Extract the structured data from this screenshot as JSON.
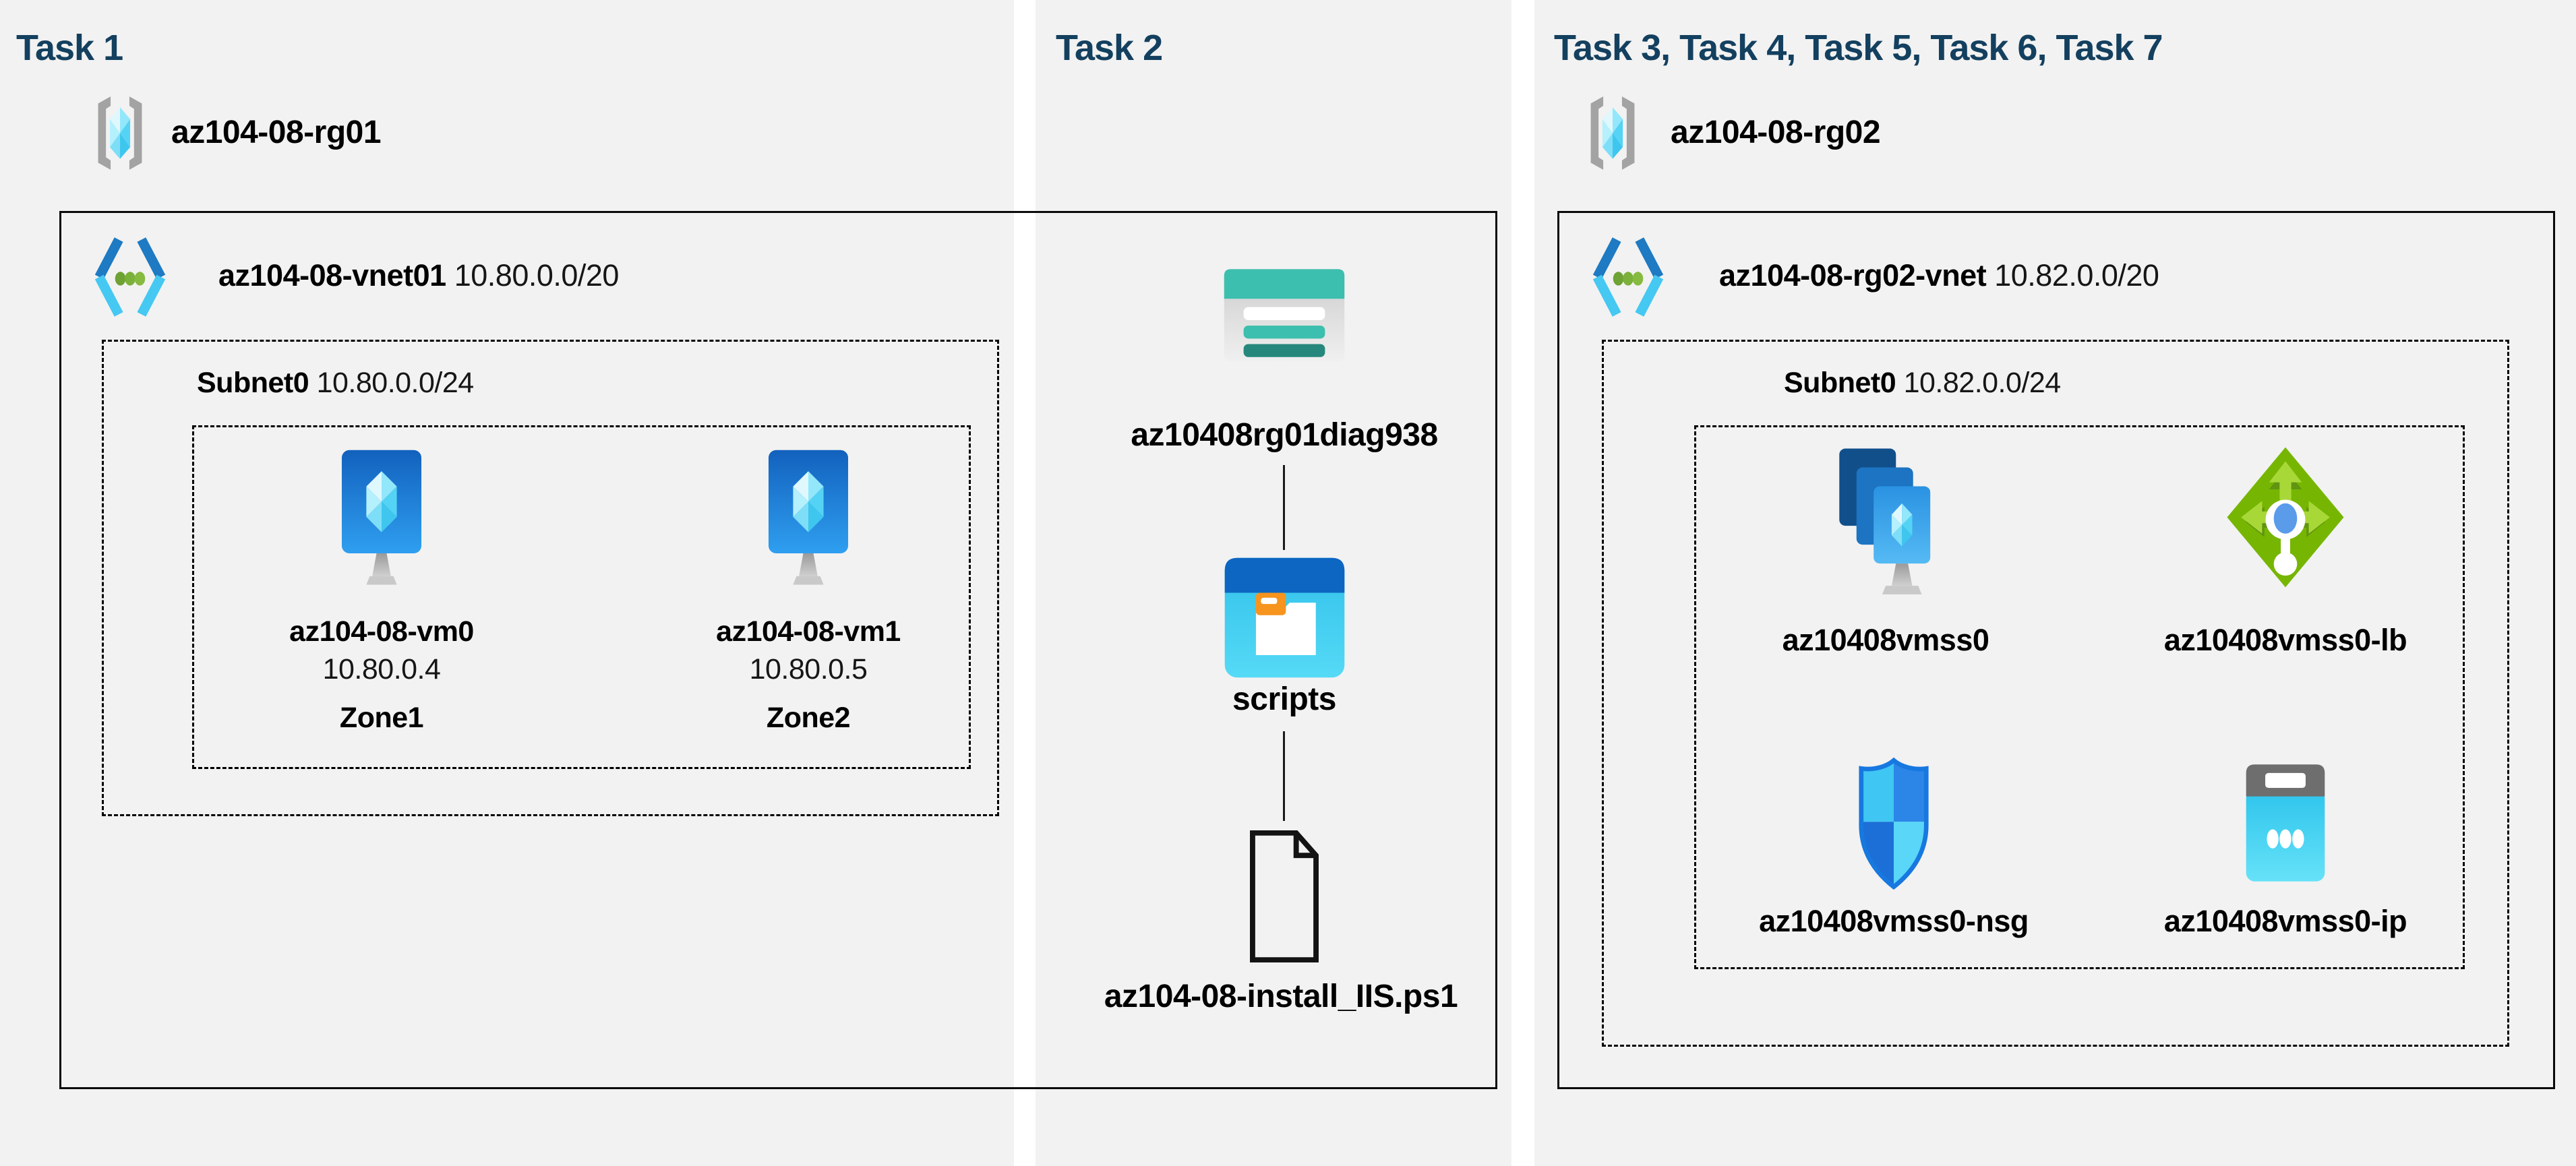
{
  "colors": {
    "panel_background": "#f2f2f2",
    "heading": "#14405f",
    "box_border": "#0b0b0b",
    "storage_teal": "#3cbfae",
    "vm_blue": "#1261bd",
    "lb_green": "#76b602",
    "folder_orange": "#f6941e"
  },
  "panels": {
    "task1": {
      "heading": "Task 1",
      "resource_group": {
        "name": "az104-08-rg01",
        "icon": "resource-group-icon"
      },
      "vnet": {
        "name": "az104-08-vnet01",
        "cidr": "10.80.0.0/20",
        "icon": "virtual-network-icon"
      },
      "subnet": {
        "name": "Subnet0",
        "cidr": "10.80.0.0/24"
      },
      "vms": [
        {
          "name": "az104-08-vm0",
          "ip": "10.80.0.4",
          "zone": "Zone1",
          "icon": "virtual-machine-icon"
        },
        {
          "name": "az104-08-vm1",
          "ip": "10.80.0.5",
          "zone": "Zone2",
          "icon": "virtual-machine-icon"
        }
      ]
    },
    "task2": {
      "heading": "Task 2",
      "storage_account": {
        "name": "az10408rg01diag938",
        "icon": "storage-account-icon"
      },
      "container": {
        "name": "scripts",
        "icon": "blob-container-icon"
      },
      "file": {
        "name": "az104-08-install_IIS.ps1",
        "icon": "file-icon"
      }
    },
    "task3": {
      "heading": "Task 3, Task 4, Task 5, Task 6, Task 7",
      "resource_group": {
        "name": "az104-08-rg02",
        "icon": "resource-group-icon"
      },
      "vnet": {
        "name": "az104-08-rg02-vnet",
        "cidr": "10.82.0.0/20",
        "icon": "virtual-network-icon"
      },
      "subnet": {
        "name": "Subnet0",
        "cidr": "10.82.0.0/24"
      },
      "resources": [
        {
          "name": "az10408vmss0",
          "icon": "vm-scale-set-icon"
        },
        {
          "name": "az10408vmss0-lb",
          "icon": "load-balancer-icon"
        },
        {
          "name": "az10408vmss0-nsg",
          "icon": "network-security-group-icon"
        },
        {
          "name": "az10408vmss0-ip",
          "icon": "public-ip-icon"
        }
      ]
    }
  }
}
